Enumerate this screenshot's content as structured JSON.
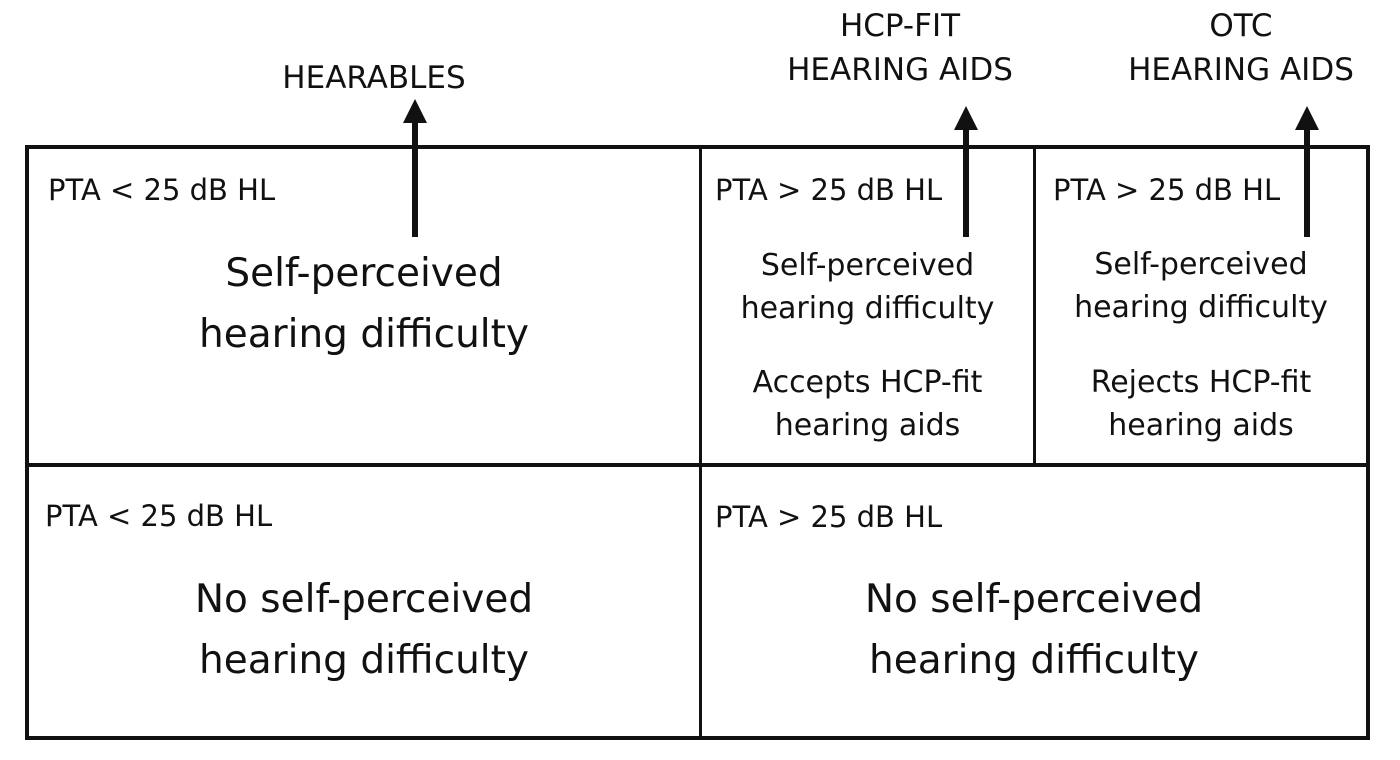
{
  "top_labels": {
    "hearables": [
      "HEARABLES"
    ],
    "hcp_fit": [
      "HCP-FIT",
      "HEARING AIDS"
    ],
    "otc": [
      "OTC",
      "HEARING AIDS"
    ]
  },
  "cells": {
    "top_left": {
      "pta": "PTA < 25 dB HL",
      "lines": [
        "Self-perceived",
        "hearing difficulty"
      ]
    },
    "top_middle": {
      "pta": "PTA > 25 dB HL",
      "lines": [
        "Self-perceived",
        "hearing difficulty"
      ],
      "decision_lines": [
        "Accepts HCP-fit",
        "hearing aids"
      ]
    },
    "top_right": {
      "pta": "PTA > 25 dB HL",
      "lines": [
        "Self-perceived",
        "hearing difficulty"
      ],
      "decision_lines": [
        "Rejects HCP-fit",
        "hearing aids"
      ]
    },
    "bottom_left": {
      "pta": "PTA < 25 dB HL",
      "lines": [
        "No self-perceived",
        "hearing difficulty"
      ]
    },
    "bottom_right": {
      "pta": "PTA > 25 dB HL",
      "lines": [
        "No self-perceived",
        "hearing difficulty"
      ]
    }
  }
}
